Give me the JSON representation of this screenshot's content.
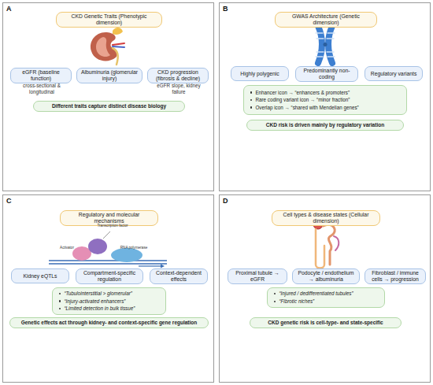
{
  "diagram": {
    "nodes": [
      {
        "text": [
          "A"
        ]
      },
      {
        "text": [
          "CKD Genetic Traits (Phenotypic dimension)"
        ],
        "in": 0
      },
      {
        "text": [
          "eGFR (baseline function)"
        ],
        "in": 0
      },
      {
        "text": [
          "Albuminuria (glomerular injury)"
        ],
        "in": 0
      },
      {
        "text": [
          "CKD progression (fibrosis & decline)"
        ],
        "in": 0
      },
      {
        "text": [
          "Different traits capture distinct disease biology"
        ],
        "in": 0
      },
      {
        "text": [
          "B"
        ]
      },
      {
        "text": [
          "GWAS Architecture (Genetic dimension)"
        ],
        "in": 6
      },
      {
        "text": [
          "Highly polygenic"
        ],
        "in": 6
      },
      {
        "text": [
          "Predominantly non-coding"
        ],
        "in": 6
      },
      {
        "text": [
          "Regulatory variants"
        ],
        "in": 6
      },
      {
        "text": [
          "Enhancer icon → “enhancers & promoters”",
          "Rare coding variant icon → “minor fraction”",
          "Overlap icon → “shared with Mendelian genes”"
        ],
        "in": 6
      },
      {
        "text": [
          "CKD risk is driven mainly by regulatory variation"
        ],
        "in": 6
      },
      {
        "text": [
          "C"
        ]
      },
      {
        "text": [
          "Regulatory and molecular mechanisms"
        ],
        "in": 13
      },
      {
        "text": [
          "Kidney eQTLs"
        ],
        "in": 13
      },
      {
        "text": [
          "Compartment-specific regulation"
        ],
        "in": 13
      },
      {
        "text": [
          "Context-dependent effects"
        ],
        "in": 13
      },
      {
        "text": [
          "“Tubulointerstitial > glomerular”",
          "“Injury-activated enhancers”",
          "“Limited detection in bulk tissue”"
        ],
        "in": 13
      },
      {
        "text": [
          "Genetic effects act through kidney- and context-specific gene regulation"
        ],
        "in": 13
      },
      {
        "text": [
          "D"
        ]
      },
      {
        "text": [
          "Cell types & disease states (Cellular dimension)"
        ],
        "in": 20
      },
      {
        "text": [
          "Proximal tubule → eGFR"
        ],
        "in": 20
      },
      {
        "text": [
          "Podocyte / endothelium → albuminuria"
        ],
        "in": 20
      },
      {
        "text": [
          "Fibroblast / immune cells → progression"
        ],
        "in": 20
      },
      {
        "text": [
          "“Injured / dedifferentiated tubules”",
          "“Fibrotic niches”"
        ],
        "in": 20
      },
      {
        "text": [
          "CKD genetic risk is cell-type- and state-specific"
        ],
        "in": 20
      }
    ],
    "labels": [
      "cross-sectional & longitudinal",
      "eGFR slope, kidney failure",
      "Transcription factor",
      "Activator",
      "RNA polymerase"
    ]
  }
}
